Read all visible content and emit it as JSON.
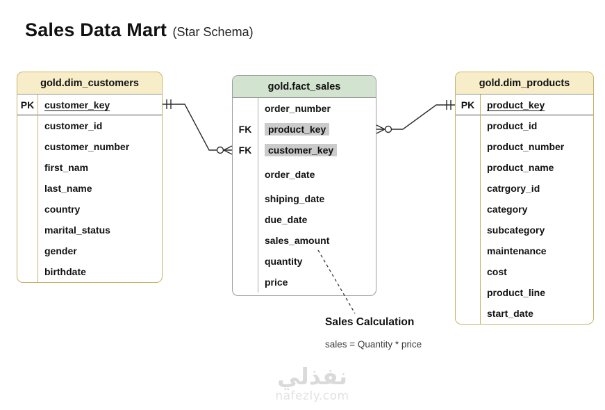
{
  "title": {
    "main": "Sales Data Mart",
    "subtitle": "(Star Schema)"
  },
  "colors": {
    "dim_header_bg": "#f7edc9",
    "dim_border": "#c5b269",
    "fact_header_bg": "#d2e3cf",
    "fact_border": "#9b9b9b",
    "fk_highlight": "#cbcbcb",
    "connector_line": "#2b2b2b"
  },
  "dim_customers": {
    "title": "gold.dim_customers",
    "rows": [
      {
        "badge": "PK",
        "name": "customer_key"
      },
      {
        "badge": "",
        "name": "customer_id"
      },
      {
        "badge": "",
        "name": "customer_number"
      },
      {
        "badge": "",
        "name": "first_nam"
      },
      {
        "badge": "",
        "name": "last_name"
      },
      {
        "badge": "",
        "name": "country"
      },
      {
        "badge": "",
        "name": "marital_status"
      },
      {
        "badge": "",
        "name": "gender"
      },
      {
        "badge": "",
        "name": "birthdate"
      }
    ]
  },
  "fact_sales": {
    "title": "gold.fact_sales",
    "rows": [
      {
        "badge": "",
        "name": "order_number"
      },
      {
        "badge": "FK",
        "name": "product_key"
      },
      {
        "badge": "FK",
        "name": "customer_key"
      },
      {
        "badge": "",
        "name": "order_date"
      },
      {
        "badge": "",
        "name": "shiping_date"
      },
      {
        "badge": "",
        "name": "due_date"
      },
      {
        "badge": "",
        "name": "sales_amount"
      },
      {
        "badge": "",
        "name": "quantity"
      },
      {
        "badge": "",
        "name": "price"
      }
    ]
  },
  "dim_products": {
    "title": "gold.dim_products",
    "rows": [
      {
        "badge": "PK",
        "name": "product_key"
      },
      {
        "badge": "",
        "name": "product_id"
      },
      {
        "badge": "",
        "name": "product_number"
      },
      {
        "badge": "",
        "name": "product_name"
      },
      {
        "badge": "",
        "name": "catrgory_id"
      },
      {
        "badge": "",
        "name": "category"
      },
      {
        "badge": "",
        "name": "subcategory"
      },
      {
        "badge": "",
        "name": "maintenance"
      },
      {
        "badge": "",
        "name": "cost"
      },
      {
        "badge": "",
        "name": "product_line"
      },
      {
        "badge": "",
        "name": "start_date"
      }
    ]
  },
  "relationships": [
    {
      "from": "gold.dim_customers.customer_key",
      "to": "gold.fact_sales.customer_key",
      "from_cardinality": "one-and-only-one",
      "to_cardinality": "zero-or-many"
    },
    {
      "from": "gold.dim_products.product_key",
      "to": "gold.fact_sales.product_key",
      "from_cardinality": "one-and-only-one",
      "to_cardinality": "zero-or-many"
    }
  ],
  "annotation": {
    "title": "Sales Calculation",
    "formula": "sales = Quantity * price"
  },
  "watermark": {
    "logo": "نفذلي",
    "domain": "nafezly.com"
  }
}
